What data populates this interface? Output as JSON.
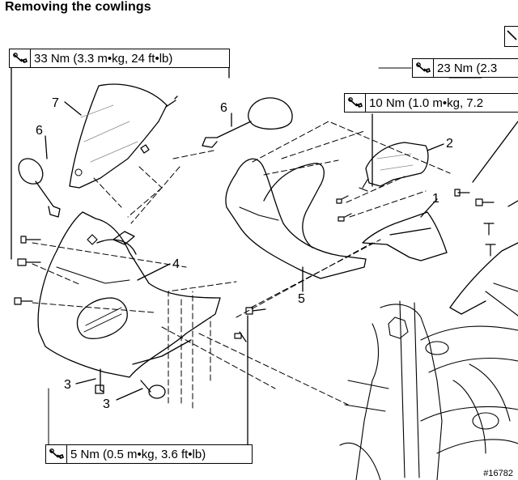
{
  "title": "Removing the cowlings",
  "torque_specs": [
    "33 Nm (3.3 m•kg, 24 ft•lb)",
    "23 Nm (2.3",
    "10 Nm (1.0 m•kg, 7.2",
    "5 Nm (0.5 m•kg, 3.6 ft•lb)"
  ],
  "callouts": [
    "1",
    "2",
    "3",
    "3",
    "4",
    "5",
    "6",
    "6",
    "7"
  ],
  "figure_id": "#16782",
  "icons": [
    "wrench-torque-icon"
  ]
}
